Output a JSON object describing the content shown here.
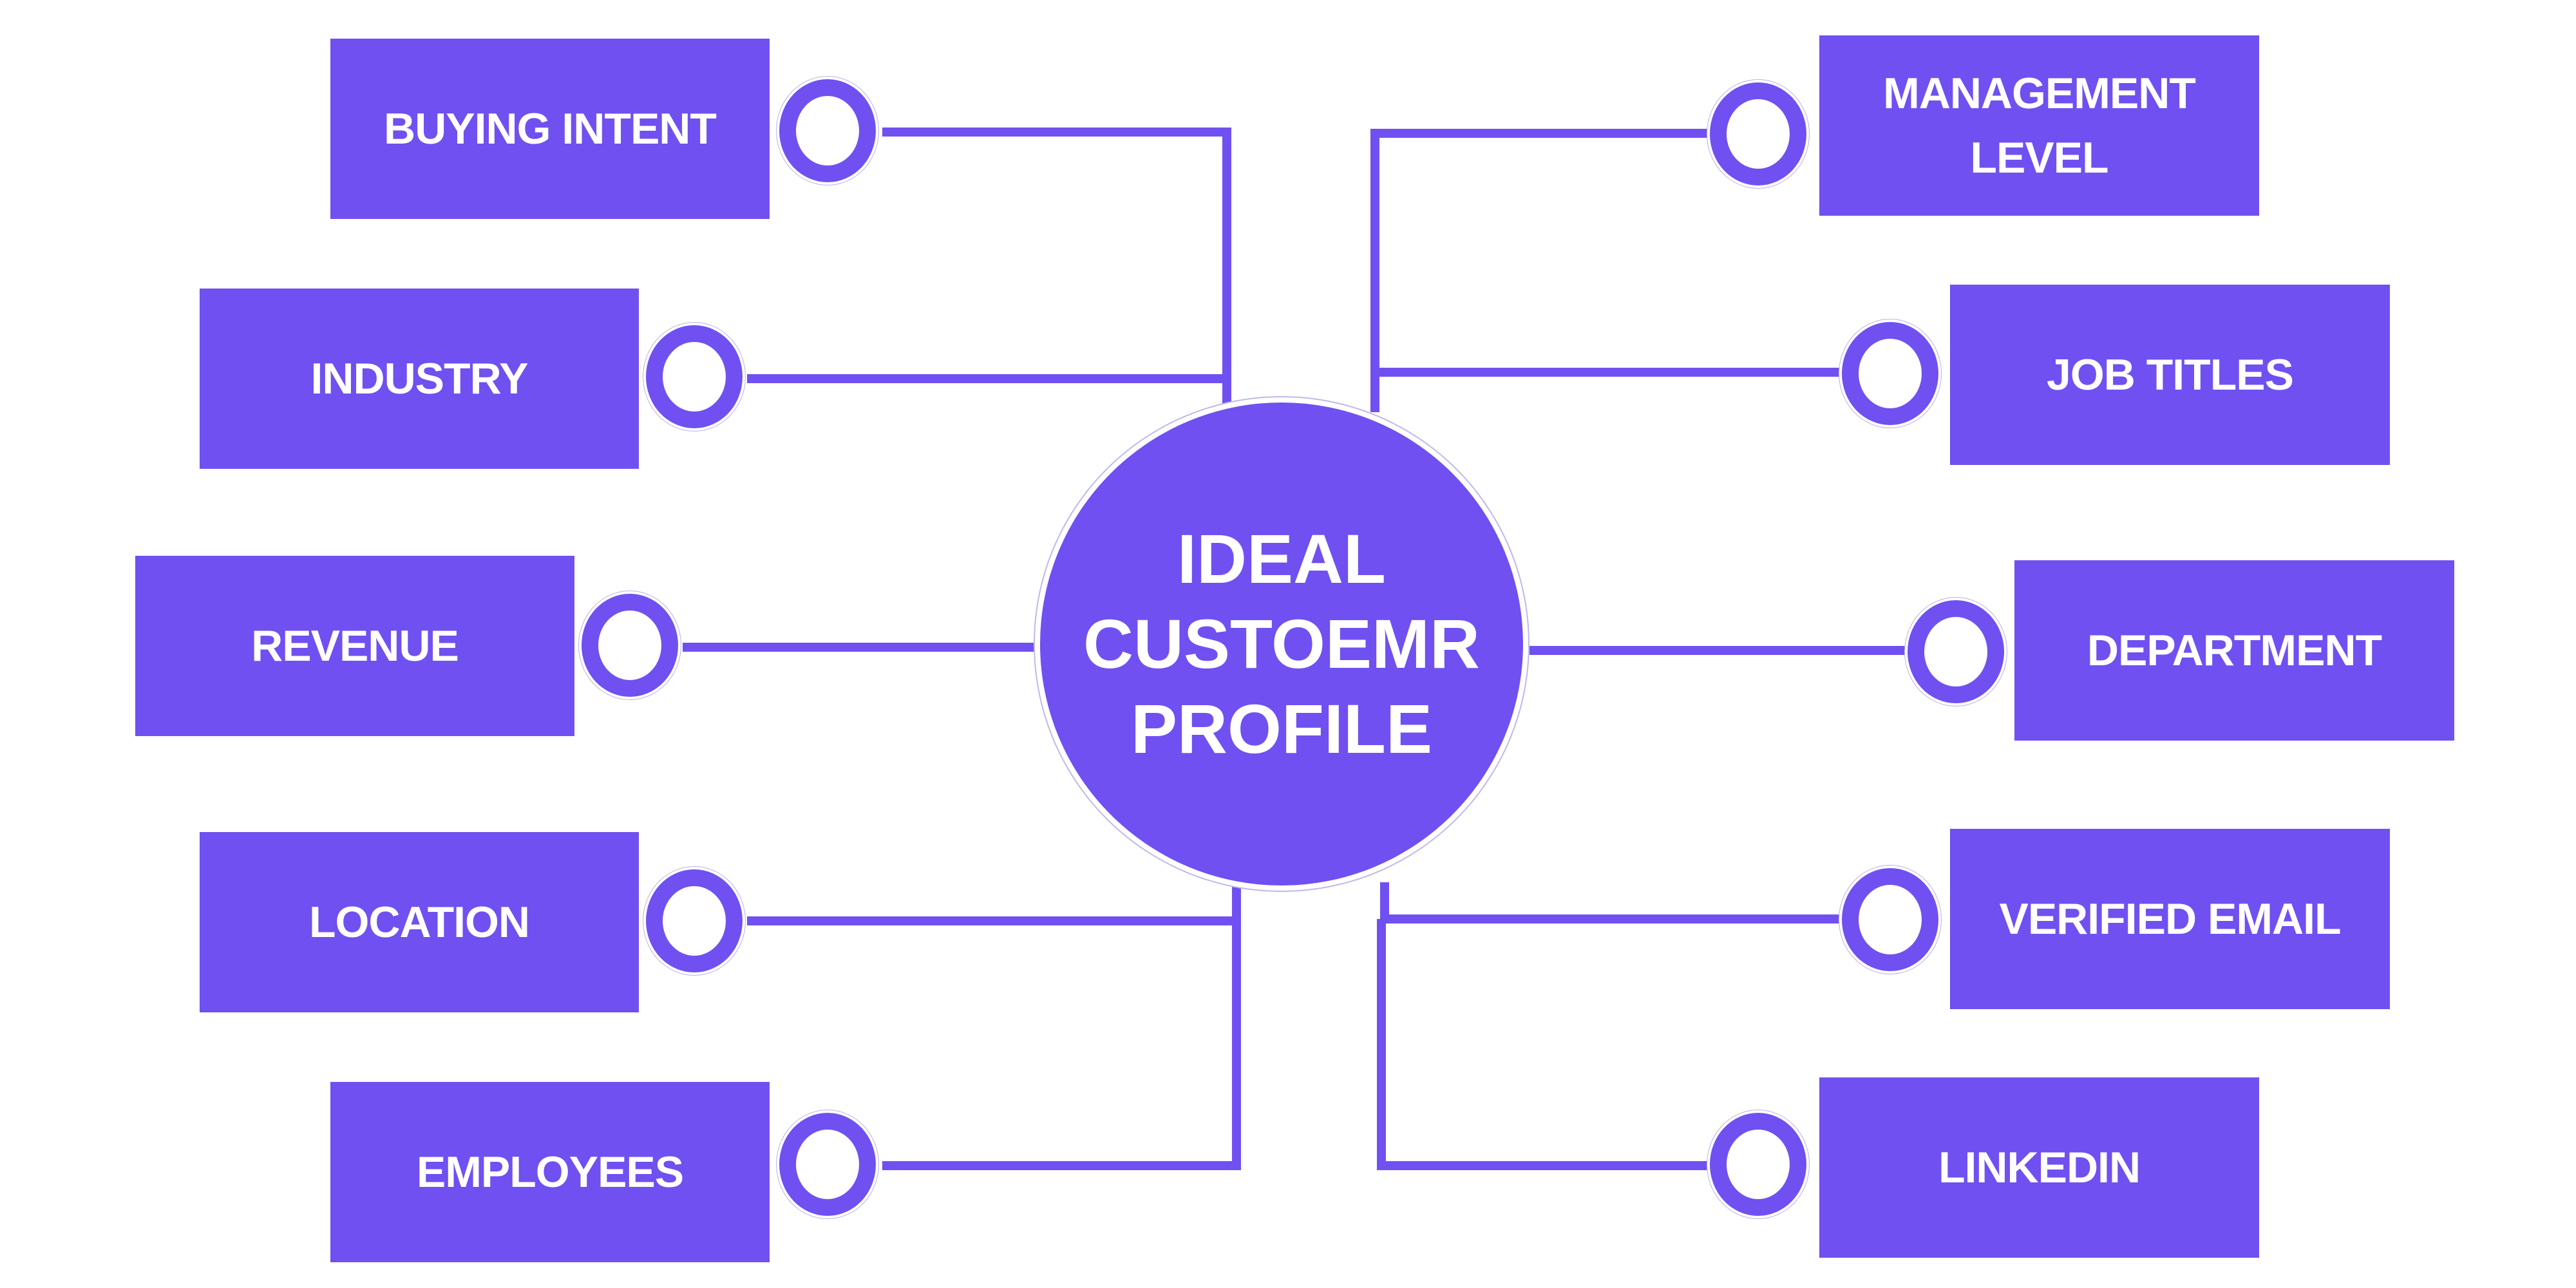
{
  "center": {
    "title": "IDEAL\nCUSTOEMR\nPROFILE",
    "lines": [
      "IDEAL",
      "CUSTOEMR",
      "PROFILE"
    ]
  },
  "colors": {
    "accent": "#7050f0",
    "text": "#ffffff",
    "background": "#ffffff"
  },
  "left": [
    {
      "label": "BUYING INTENT"
    },
    {
      "label": "INDUSTRY"
    },
    {
      "label": "REVENUE"
    },
    {
      "label": "LOCATION"
    },
    {
      "label": "EMPLOYEES"
    }
  ],
  "right": [
    {
      "label": "MANAGEMENT LEVEL",
      "lines": [
        "MANAGEMENT",
        "LEVEL"
      ]
    },
    {
      "label": "JOB TITLES"
    },
    {
      "label": "DEPARTMENT"
    },
    {
      "label": "VERIFIED EMAIL"
    },
    {
      "label": "LINKEDIN"
    }
  ]
}
